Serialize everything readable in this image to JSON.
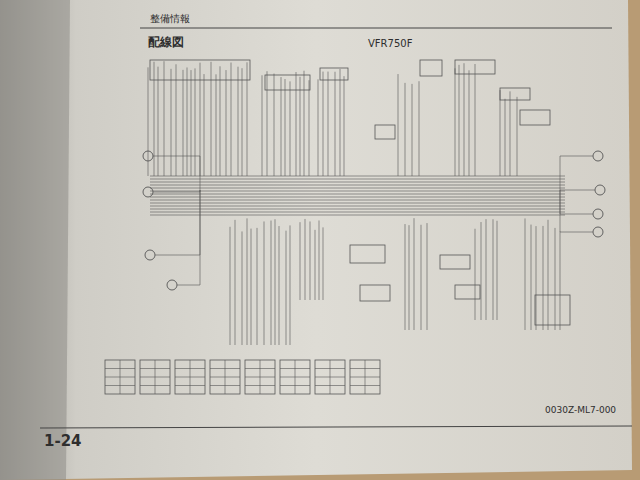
{
  "diagram": {
    "title": "配線図",
    "labels": [
      "整備情報",
      "VFR750F",
      "0030Z-ML7-000",
      "1-24"
    ]
  }
}
